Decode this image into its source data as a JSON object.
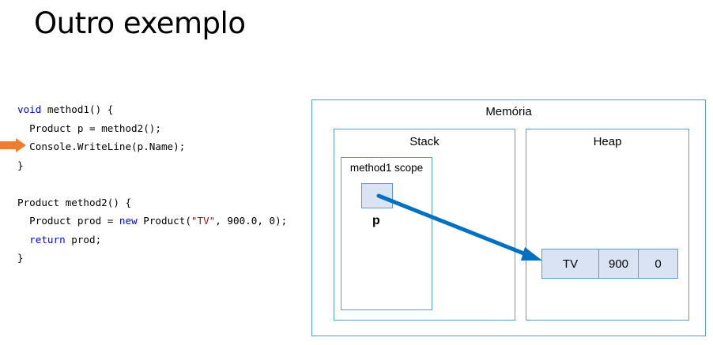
{
  "slide": {
    "title": "Outro exemplo"
  },
  "code": {
    "m1_l1_kw": "void",
    "m1_l1_rest": " method1() {",
    "m1_l2": "  Product p = method2();",
    "m1_l3": "  Console.WriteLine(p.Name);",
    "m1_l4": "}",
    "m2_l1": "Product method2() {",
    "m2_l2_a": "  Product prod = ",
    "m2_l2_new": "new",
    "m2_l2_b": " Product(",
    "m2_l2_str": "\"TV\"",
    "m2_l2_c": ", 900.0, 0);",
    "m2_l3_kw": "  return",
    "m2_l3_rest": " prod;",
    "m2_l4": "}"
  },
  "diagram": {
    "memory_label": "Memória",
    "stack_label": "Stack",
    "heap_label": "Heap",
    "scope_label": "method1 scope",
    "var_label": "p",
    "object_fields": [
      "TV",
      "900",
      "0"
    ]
  },
  "colors": {
    "box_border": "#5b9bd5",
    "cell_fill": "#dae3f3",
    "pointer_arrow": "#0070c0",
    "current_line_marker": "#ed7d31",
    "keyword": "#0000ff",
    "string": "#a31515"
  }
}
